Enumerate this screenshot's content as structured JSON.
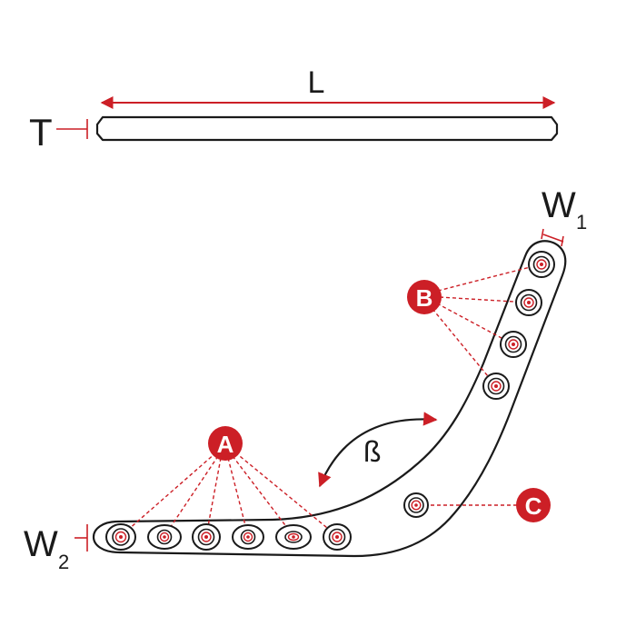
{
  "colors": {
    "accent": "#cc1f26",
    "outline": "#1a1a1a",
    "background": "#ffffff"
  },
  "labels": {
    "length": "L",
    "thickness": "T",
    "width1_main": "W",
    "width1_sub": "1",
    "width2_main": "W",
    "width2_sub": "2",
    "angle": "ß"
  },
  "callouts": {
    "a": "A",
    "b": "B",
    "c": "C"
  }
}
